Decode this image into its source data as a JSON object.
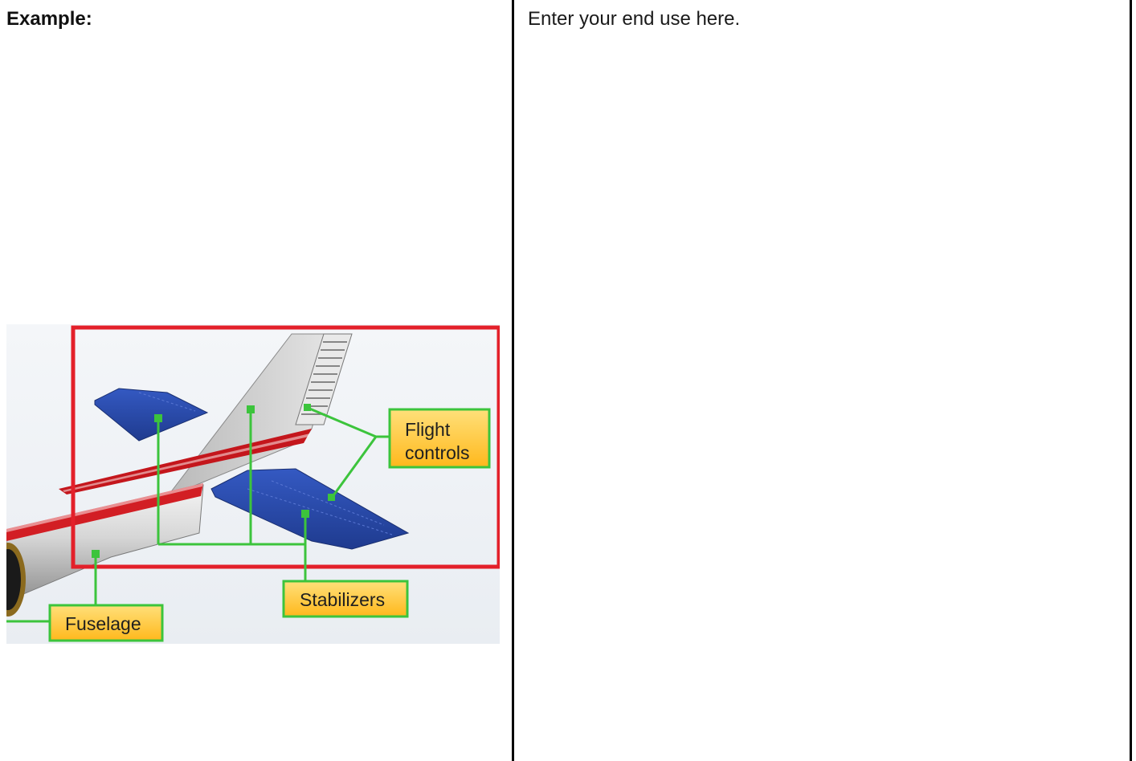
{
  "left_column": {
    "heading": "Example:"
  },
  "right_column": {
    "placeholder_text": "Enter your end use here."
  },
  "figure": {
    "callouts": {
      "flight_controls_line1": "Flight",
      "flight_controls_line2": "controls",
      "stabilizers": "Stabilizers",
      "fuselage": "Fuselage"
    },
    "colors": {
      "highlight_box": "#e3202a",
      "leader_lines": "#3cc43c",
      "callout_fill": "#ffc32b",
      "stabilizer_blue": "#2748a8",
      "stripe_red": "#c4161c"
    }
  }
}
